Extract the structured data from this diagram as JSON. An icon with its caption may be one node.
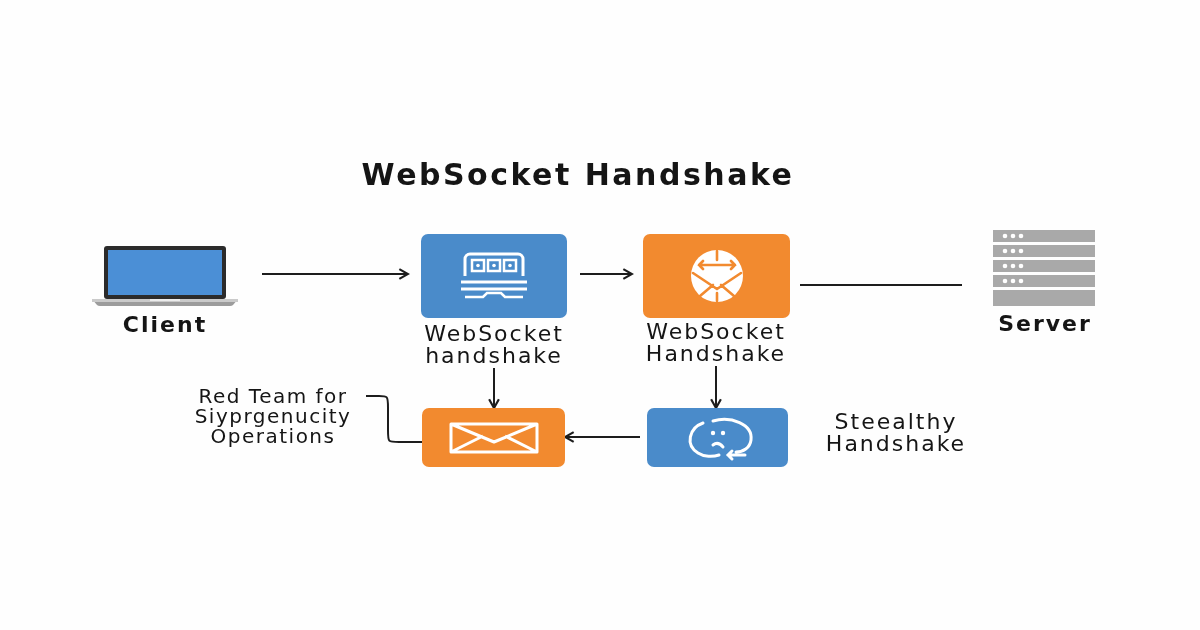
{
  "diagram": {
    "title": "WebSocket Handshake",
    "nodes": [
      {
        "text": [
          "Client"
        ]
      },
      {
        "text": [
          "WebSocket handshake"
        ]
      },
      {
        "text": [
          "WebSocket Handshake"
        ]
      },
      {
        "text": [
          "Server"
        ]
      },
      {
        "text": [
          "Red Team for Siyprgenucity Operations"
        ]
      },
      {
        "text": [],
        "shape": "box"
      },
      {
        "text": [
          "Steealthy Handshake"
        ]
      }
    ],
    "edges": [
      {
        "from": 0,
        "to": 1,
        "arrow": "to"
      },
      {
        "from": 1,
        "to": 2,
        "arrow": "to"
      },
      {
        "from": 2,
        "to": 3,
        "arrow": "none"
      },
      {
        "from": 1,
        "to": 5,
        "arrow": "to"
      },
      {
        "from": 2,
        "to": 6,
        "arrow": "to"
      },
      {
        "from": 6,
        "to": 5,
        "arrow": "to"
      },
      {
        "from": 4,
        "to": 5,
        "arrow": "none"
      }
    ]
  }
}
